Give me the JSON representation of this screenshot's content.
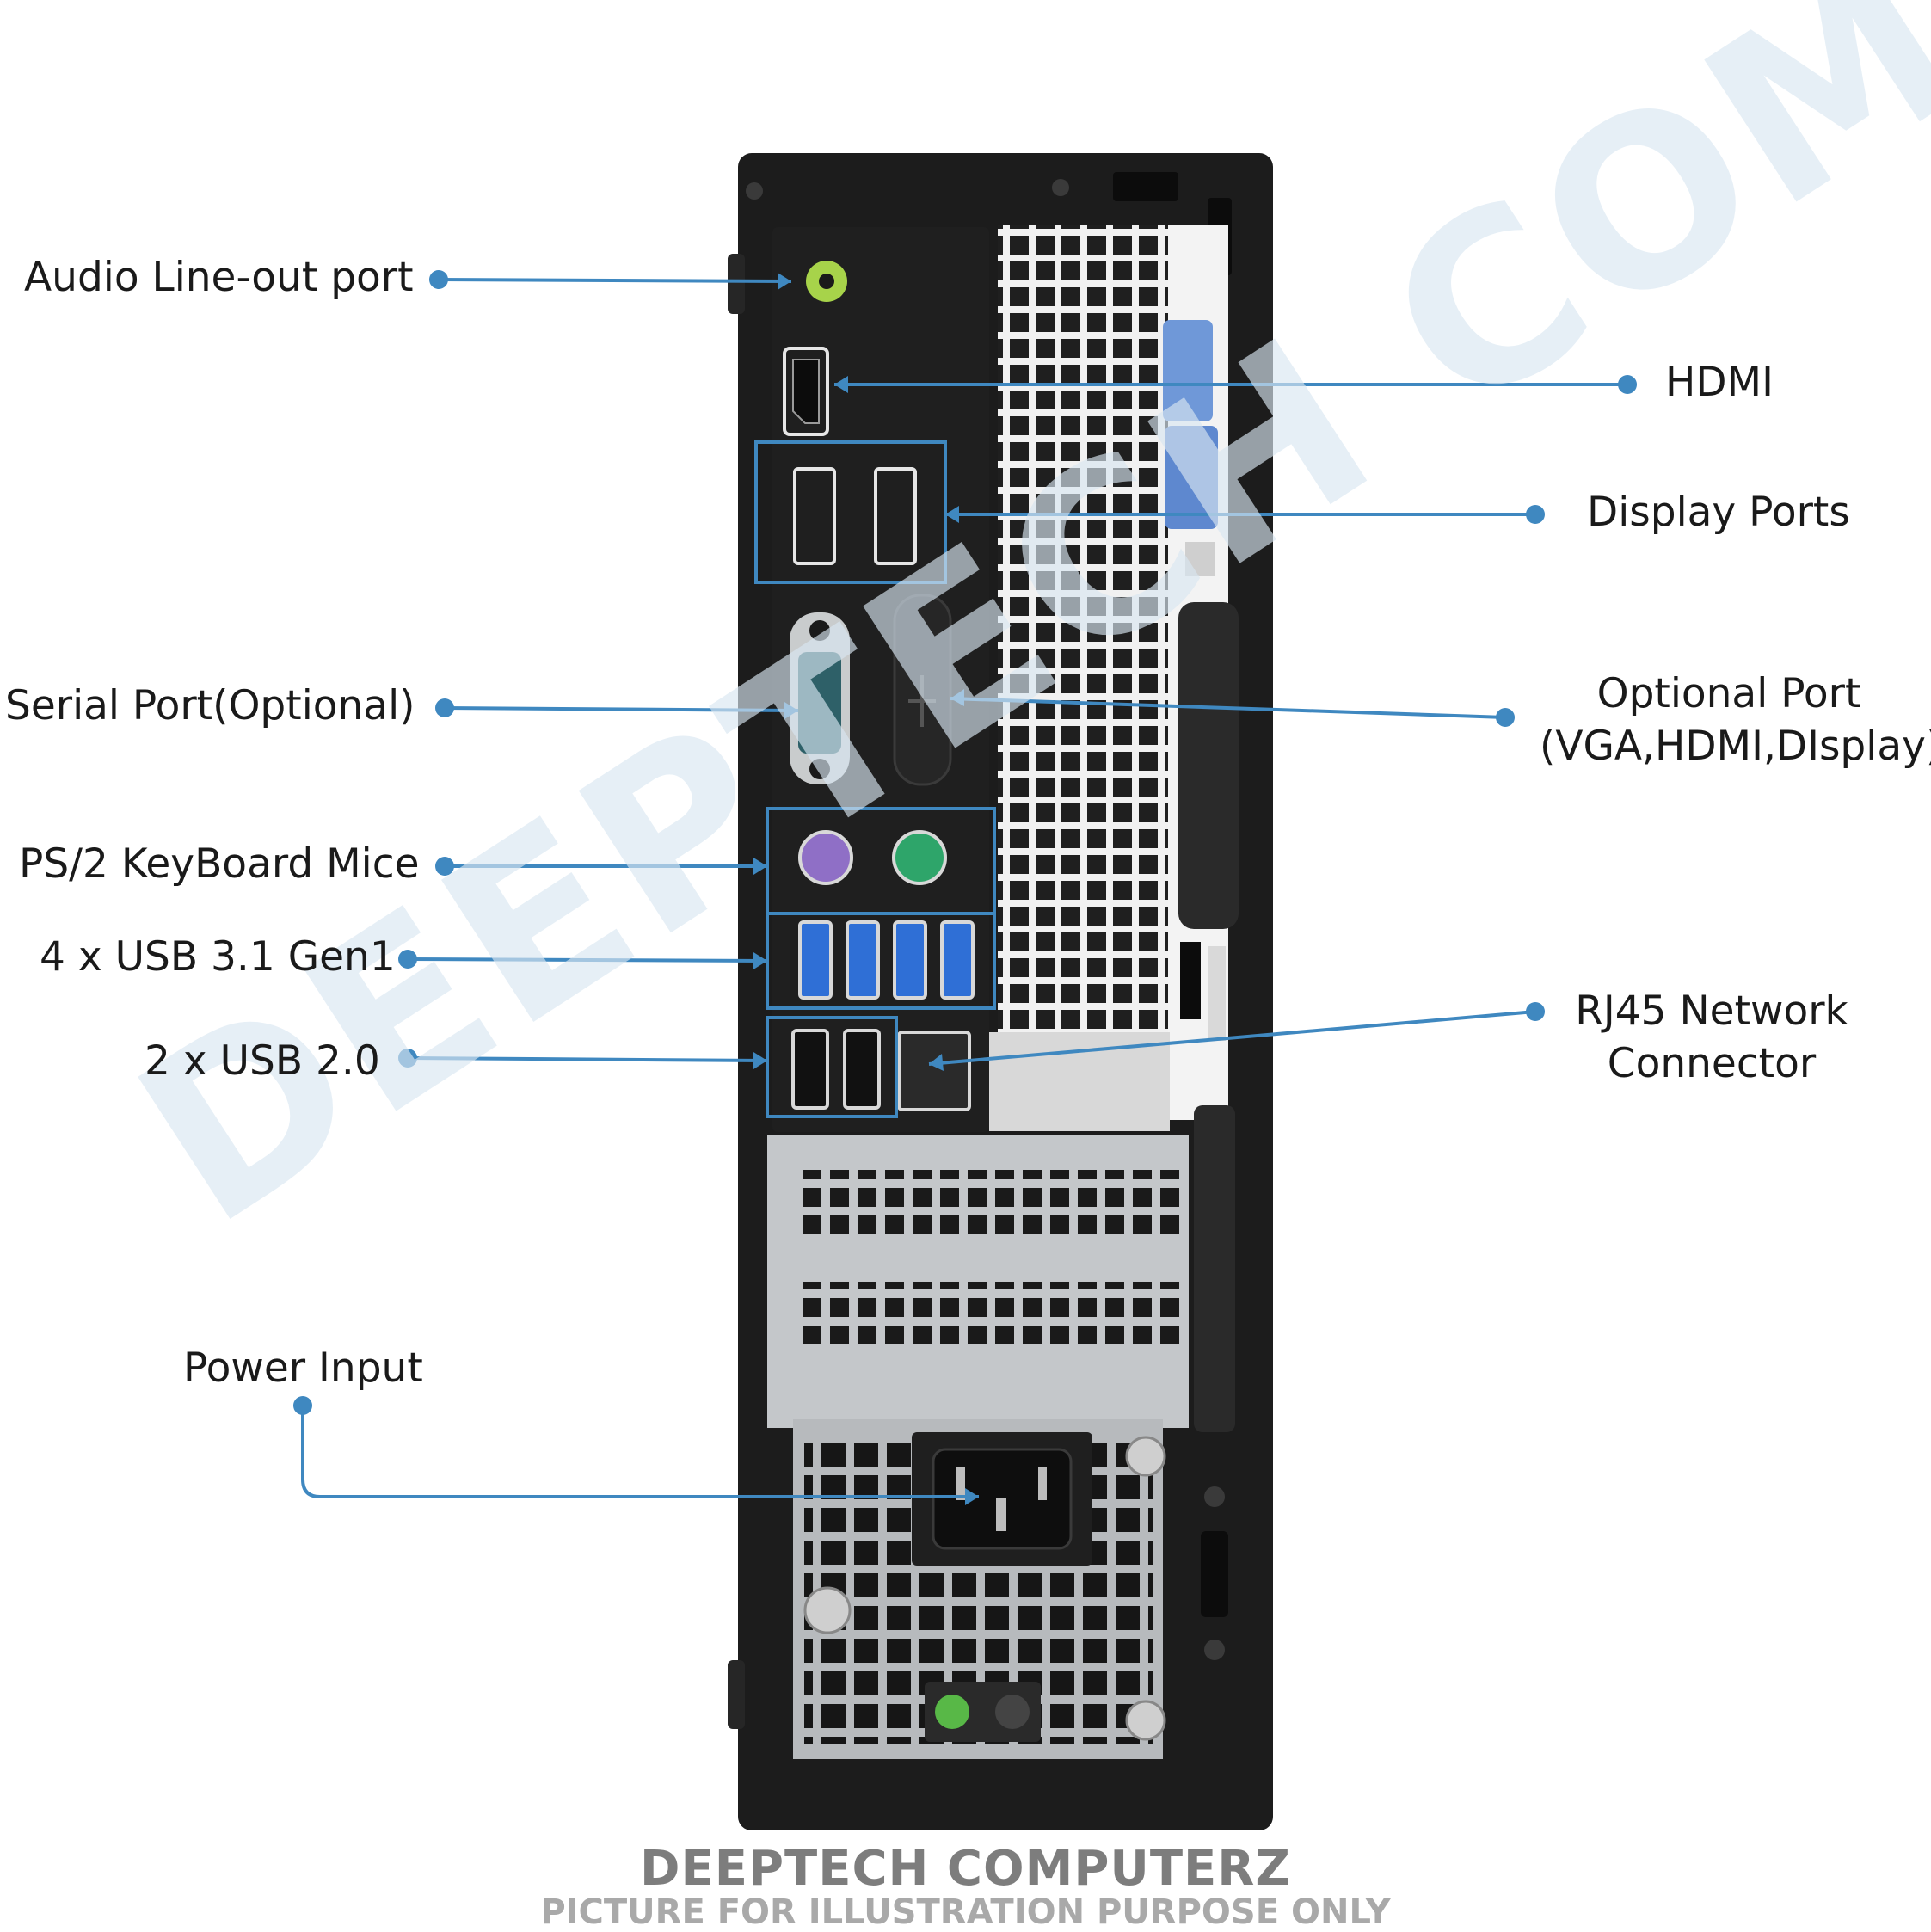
{
  "watermark": "DEEPTECH COMPUTERZ",
  "footer": {
    "brand": "DEEPTECH COMPUTERZ",
    "disclaimer": "PICTURE FOR ILLUSTRATION PURPOSE ONLY"
  },
  "callouts": {
    "audio": "Audio Line-out port",
    "hdmi": "HDMI",
    "displayports": "Display Ports",
    "serial": "Serial Port(Optional)",
    "optional_line1": "Optional Port",
    "optional_line2": "(VGA,HDMI,DIsplay)",
    "ps2": "PS/2 KeyBoard Mice",
    "usb31": "4 x USB 3.1 Gen1",
    "usb20": "2 x USB 2.0",
    "rj45_line1": "RJ45 Network",
    "rj45_line2": "Connector",
    "power": "Power Input"
  },
  "colors": {
    "callout": "#3f88c0",
    "chassis": "#1c1c1c",
    "panel": "#b9bcbf",
    "usb3": "#2f6fd6",
    "audio": "#a7d34a",
    "ps2_keyboard": "#8f6fc6",
    "ps2_mouse": "#2ea56a",
    "serial": "#2e6068",
    "clip": "#6f98d8",
    "background": "#ffffff"
  }
}
